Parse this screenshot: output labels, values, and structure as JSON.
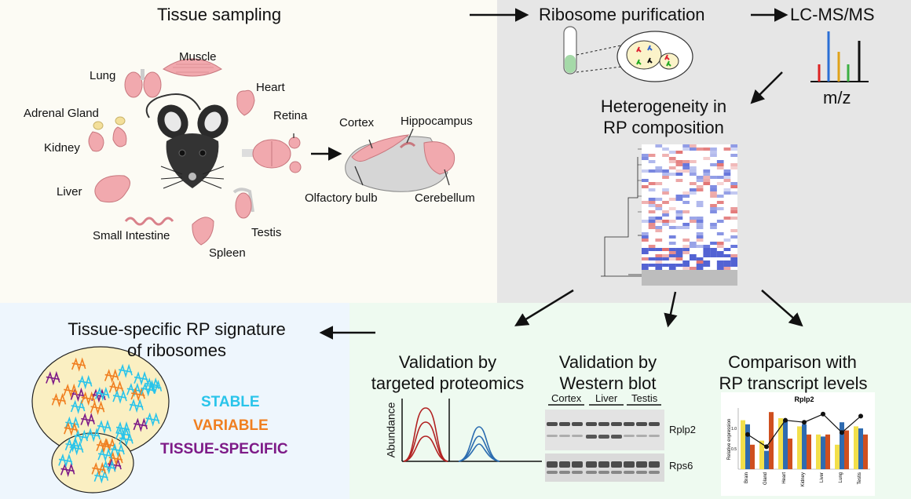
{
  "sampling": {
    "title": "Tissue sampling",
    "tissues": {
      "muscle": "Muscle",
      "lung": "Lung",
      "heart": "Heart",
      "adrenal": "Adrenal Gland",
      "retina": "Retina",
      "kidney": "Kidney",
      "liver": "Liver",
      "small_intestine": "Small Intestine",
      "spleen": "Spleen",
      "testis": "Testis"
    },
    "brain_regions": {
      "cortex": "Cortex",
      "hippocampus": "Hippocampus",
      "olfactory": "Olfactory bulb",
      "cerebellum": "Cerebellum"
    }
  },
  "pipeline": {
    "purification": "Ribosome purification",
    "lcms": "LC-MS/MS",
    "mz": "m/z",
    "heterogeneity_line1": "Heterogeneity in",
    "heterogeneity_line2": "RP composition"
  },
  "signature": {
    "title_line1": "Tissue-specific RP signature",
    "title_line2": "of ribosomes",
    "stable": "STABLE",
    "variable": "VARIABLE",
    "specific": "TISSUE-SPECIFIC"
  },
  "validation_proteomics": {
    "title_line1": "Validation by",
    "title_line2": "targeted proteomics",
    "ylabel": "Abundance"
  },
  "validation_western": {
    "title_line1": "Validation by",
    "title_line2": "Western blot",
    "lanes": [
      "Cortex",
      "Liver",
      "Testis"
    ],
    "bands": [
      "Rplp2",
      "Rps6"
    ]
  },
  "comparison": {
    "title_line1": "Comparison with",
    "title_line2": "RP transcript levels"
  },
  "chart_data": {
    "type": "bar",
    "title": "Rplp2",
    "ylabel": "Relative expression",
    "categories": [
      "Brain",
      "Gland",
      "Heart",
      "Kidney",
      "Liver",
      "Lung",
      "Testis"
    ],
    "yticks": [
      0.5,
      1.0
    ],
    "series": [
      {
        "color": "#f2df4a",
        "values": [
          1.2,
          0.7,
          1.25,
          1.05,
          0.85,
          0.6,
          1.05
        ]
      },
      {
        "color": "#2f6bb0",
        "values": [
          1.1,
          0.45,
          1.2,
          1.1,
          0.8,
          1.15,
          1.0
        ]
      },
      {
        "color": "#cf4f1f",
        "values": [
          0.6,
          1.4,
          0.75,
          0.85,
          0.85,
          0.95,
          0.85
        ]
      }
    ],
    "line": {
      "color": "#111111",
      "values": [
        0.85,
        0.55,
        1.2,
        1.15,
        1.35,
        0.9,
        1.3
      ]
    },
    "ylim": [
      0,
      1.5
    ]
  },
  "colors": {
    "bg_sampling": "#fcfbf4",
    "bg_pipeline": "#e6e6e6",
    "bg_validation": "#eefaf0",
    "bg_signature": "#eef6fd",
    "organ": "#f1a9ae",
    "stable": "#29c4ea",
    "variable": "#f07f20",
    "specific": "#7d1a87"
  }
}
